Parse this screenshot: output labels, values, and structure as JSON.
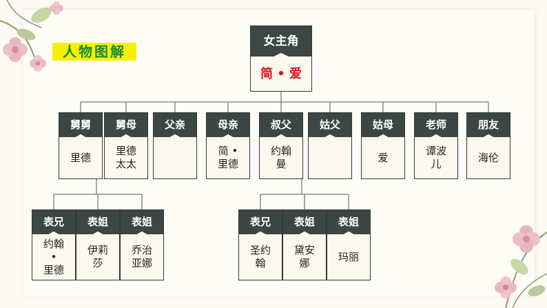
{
  "title": "人物图解",
  "protagonist": {
    "role": "女主角",
    "name": "简 • 爱"
  },
  "relatives": [
    {
      "role": "舅舅",
      "name": "里德"
    },
    {
      "role": "舅母",
      "name": "里德\n太太"
    },
    {
      "role": "父亲",
      "name": ""
    },
    {
      "role": "母亲",
      "name": "简 •\n里德"
    },
    {
      "role": "叔父",
      "name": "约翰\n曼"
    },
    {
      "role": "姑父",
      "name": ""
    },
    {
      "role": "姑母",
      "name": "爱"
    },
    {
      "role": "老师",
      "name": "谭波\n儿"
    },
    {
      "role": "朋友",
      "name": "海伦"
    }
  ],
  "cousins_reed": [
    {
      "role": "表兄",
      "name": "约翰\n•\n里德"
    },
    {
      "role": "表姐",
      "name": "伊莉\n莎"
    },
    {
      "role": "表姐",
      "name": "乔治\n亚娜"
    }
  ],
  "cousins_rivers": [
    {
      "role": "表兄",
      "name": "圣约\n翰"
    },
    {
      "role": "表姐",
      "name": "黛安\n娜"
    },
    {
      "role": "表姐",
      "name": "玛丽"
    }
  ],
  "colors": {
    "header": "#3a4744",
    "accent_name": "#d8131a",
    "title_bg": "#f5f000",
    "title_text": "#1a8a3a"
  }
}
